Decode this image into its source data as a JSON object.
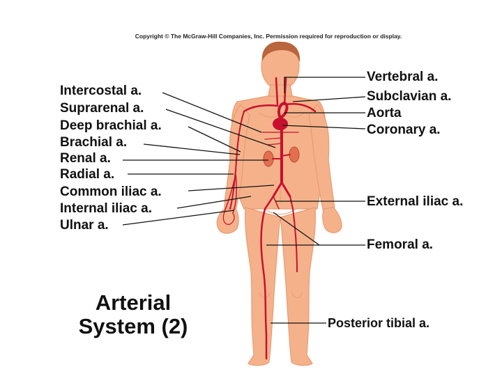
{
  "copyright": "Copyright © The McGraw-Hill Companies, Inc. Permission required for reproduction or display.",
  "title": {
    "line1": "Arterial",
    "line2": "System (2)"
  },
  "left_labels": [
    "Intercostal a.",
    "Suprarenal a.",
    "Deep brachial a.",
    "Brachial a.",
    "Renal a.",
    "Radial a.",
    "Common iliac a.",
    "Internal iliac a.",
    "Ulnar a."
  ],
  "right_labels": [
    "Vertebral a.",
    "Subclavian a.",
    "Aorta",
    "Coronary a.",
    "External iliac a.",
    "Femoral a.",
    "Posterior tibial a."
  ],
  "colors": {
    "skin": "#f5b28a",
    "skin_shade": "#e89a72",
    "artery": "#c8102e",
    "hair": "#b9653e",
    "leader": "#111111"
  }
}
